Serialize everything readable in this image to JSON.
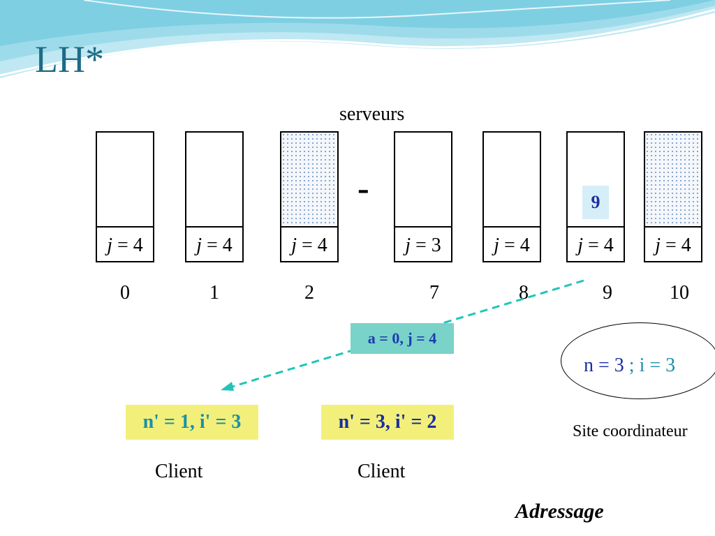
{
  "title": "LH*",
  "servers_label": "serveurs",
  "servers": [
    {
      "j_var": "j",
      "j_eq": " = 4",
      "number": "0",
      "dotted": false
    },
    {
      "j_var": "j",
      "j_eq": " = 4",
      "number": "1",
      "dotted": false
    },
    {
      "j_var": "j",
      "j_eq": " = 4",
      "number": "2",
      "dotted": true
    },
    {
      "j_var": "j",
      "j_eq": " = 3",
      "number": "7",
      "dotted": false
    },
    {
      "j_var": "j",
      "j_eq": " = 4",
      "number": "8",
      "dotted": false
    },
    {
      "j_var": "j",
      "j_eq": " = 4",
      "number": "9",
      "dotted": false
    },
    {
      "j_var": "j",
      "j_eq": " = 4",
      "number": "10",
      "dotted": true
    }
  ],
  "ellipsis_mark": "-",
  "key_on_server_9": "9",
  "message": "a = 0, j = 4",
  "clients": [
    {
      "state": "n' = 1, i' = 3",
      "label": "Client"
    },
    {
      "state": "n' = 3, i' = 2",
      "label": "Client"
    }
  ],
  "coordinator": {
    "n_text": "n = 3 ",
    "sep": ";",
    "i_text": " i = 3",
    "label": "Site coordinateur"
  },
  "footer": "Adressage",
  "colors": {
    "title": "#1e6b86",
    "arrow": "#22c4b8",
    "client_box": "#f2f07a",
    "message_box": "#79d3c8"
  }
}
